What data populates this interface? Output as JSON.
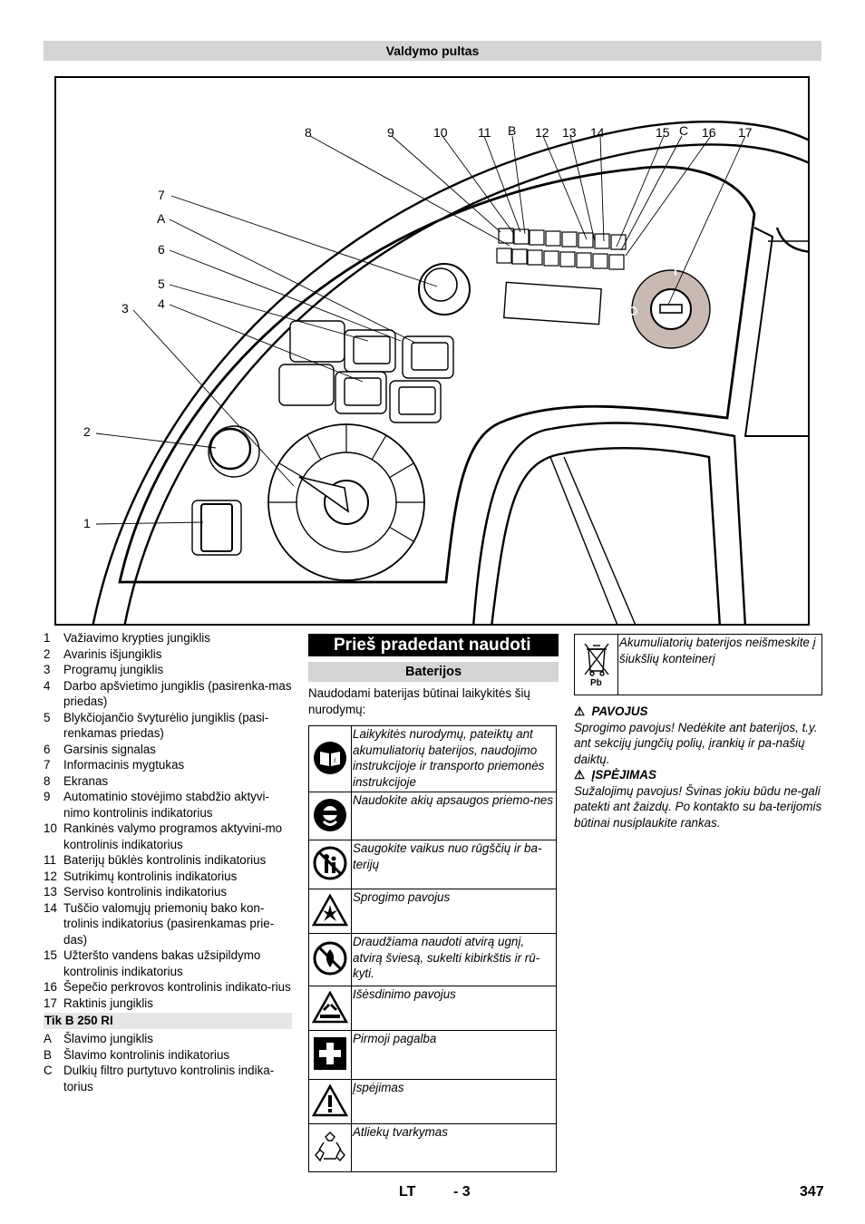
{
  "header": {
    "section_title": "Valdymo pultas"
  },
  "figure": {
    "callouts_top": [
      "8",
      "9",
      "10",
      "11",
      "B",
      "12",
      "13",
      "14",
      "15",
      "C",
      "16",
      "17"
    ],
    "callouts_left": [
      "7",
      "A",
      "6",
      "5",
      "3",
      "4",
      "2",
      "1"
    ]
  },
  "legend": {
    "items": [
      {
        "num": "1",
        "text": "Važiavimo krypties jungiklis"
      },
      {
        "num": "2",
        "text": "Avarinis išjungiklis"
      },
      {
        "num": "3",
        "text": "Programų jungiklis"
      },
      {
        "num": "4",
        "text": "Darbo apšvietimo jungiklis (pasirenka-mas priedas)"
      },
      {
        "num": "5",
        "text": "Blykčiojančio švyturėlio jungiklis (pasi-renkamas priedas)"
      },
      {
        "num": "6",
        "text": "Garsinis signalas"
      },
      {
        "num": "7",
        "text": "Informacinis mygtukas"
      },
      {
        "num": "8",
        "text": "Ekranas"
      },
      {
        "num": "9",
        "text": "Automatinio stovėjimo stabdžio aktyvi-nimo kontrolinis indikatorius"
      },
      {
        "num": "10",
        "text": "Rankinės valymo programos aktyvini-mo kontrolinis indikatorius"
      },
      {
        "num": "11",
        "text": "Baterijų būklės kontrolinis indikatorius"
      },
      {
        "num": "12",
        "text": "Sutrikimų kontrolinis indikatorius"
      },
      {
        "num": "13",
        "text": "Serviso kontrolinis indikatorius"
      },
      {
        "num": "14",
        "text": "Tuščio valomųjų priemonių bako kon-trolinis indikatorius (pasirenkamas prie-das)"
      },
      {
        "num": "15",
        "text": "Užteršto vandens bakas užsipildymo kontrolinis indikatorius"
      },
      {
        "num": "16",
        "text": "Šepečio perkrovos kontrolinis indikato-rius"
      },
      {
        "num": "17",
        "text": "Raktinis jungiklis"
      }
    ],
    "sub_heading": "Tik B 250 RI",
    "sub_items": [
      {
        "num": "A",
        "text": "Šlavimo jungiklis"
      },
      {
        "num": "B",
        "text": "Šlavimo kontrolinis indikatorius"
      },
      {
        "num": "C",
        "text": "Dulkių filtro purtytuvo kontrolinis indika-torius"
      }
    ]
  },
  "middle": {
    "heading": "Prieš pradedant naudoti",
    "subheading": "Baterijos",
    "intro": "Naudodami baterijas būtinai laikykitės šių nurodymų:",
    "symbols": [
      {
        "icon": "manual-icon",
        "text": "Laikykitės nurodymų, pateiktų ant akumuliatorių baterijos, naudojimo instrukcijoje ir transporto priemonės instrukcijoje"
      },
      {
        "icon": "eye-protection-icon",
        "text": "Naudokite akių apsaugos priemo-nes"
      },
      {
        "icon": "keep-children-away-icon",
        "text": "Saugokite vaikus nuo rūgščių ir ba-terijų"
      },
      {
        "icon": "explosion-hazard-icon",
        "text": "Sprogimo pavojus"
      },
      {
        "icon": "no-open-flame-icon",
        "text": "Draudžiama naudoti atvirą ugnį, atvirą šviesą, sukelti kibirkštis ir rū-kyti."
      },
      {
        "icon": "corrosion-hazard-icon",
        "text": "Išėsdinimo pavojus"
      },
      {
        "icon": "first-aid-icon",
        "text": "Pirmoji pagalba"
      },
      {
        "icon": "warning-icon",
        "text": "Įspėjimas"
      },
      {
        "icon": "recycling-icon",
        "text": "Atliekų tvarkymas"
      }
    ]
  },
  "right": {
    "disposal": {
      "icon": "crossed-bin-pb-icon",
      "icon_label": "Pb",
      "text": "Akumuliatorių baterijos neišmeskite į šiukšlių konteinerį"
    },
    "danger_title": "PAVOJUS",
    "danger_text": "Sprogimo pavojus! Nedėkite ant baterijos, t.y. ant sekcijų jungčių polių, įrankių ir pa-našių daiktų.",
    "warning_title": "ĮSPĖJIMAS",
    "warning_text": "Sužalojimų pavojus! Švinas jokiu būdu ne-gali patekti ant žaizdų. Po kontakto su ba-terijomis būtinai nusiplaukite rankas."
  },
  "footer": {
    "language": "LT",
    "page_ref": "- 3",
    "page_number": "347"
  }
}
